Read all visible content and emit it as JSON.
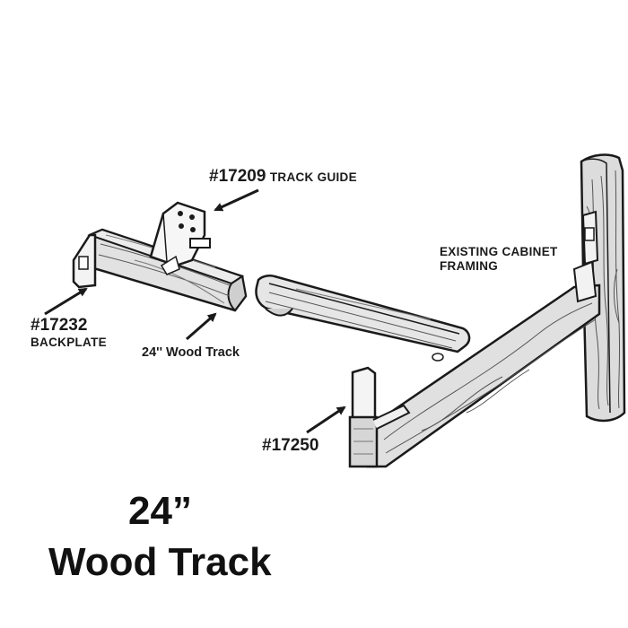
{
  "callouts": {
    "track_guide": {
      "part_number": "#17209",
      "name": "TRACK GUIDE"
    },
    "backplate": {
      "part_number": "#17232",
      "name": "BACKPLATE"
    },
    "wood_track_label": "24'' Wood Track",
    "cabinet_framing": {
      "line1": "EXISTING CABINET",
      "line2": "FRAMING"
    },
    "rear_bracket": {
      "part_number": "#17250"
    }
  },
  "title": {
    "size": "24”",
    "name": "Wood Track"
  },
  "colors": {
    "ink": "#1a1a1a",
    "wood_light": "#e8e8e8",
    "wood_mid": "#cfcfcf",
    "background": "#ffffff"
  }
}
